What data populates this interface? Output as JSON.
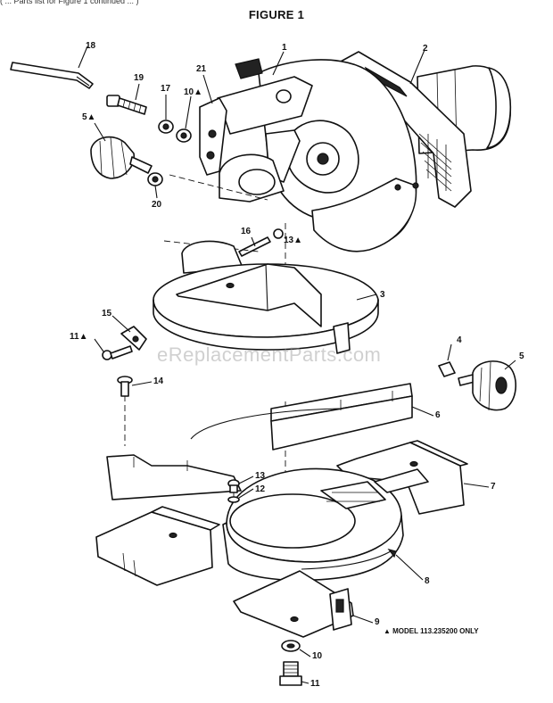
{
  "figure": {
    "title": "FIGURE 1",
    "top_line": "( ... Parts list for Figure 1 continued ... ) ",
    "watermark": "eReplacementParts.com",
    "footnote": "▲ MODEL 113.235200 ONLY"
  },
  "callouts": [
    {
      "id": "c18",
      "text": "18"
    },
    {
      "id": "c1",
      "text": "1"
    },
    {
      "id": "c2",
      "text": "2"
    },
    {
      "id": "c19",
      "text": "19"
    },
    {
      "id": "c17",
      "text": "17"
    },
    {
      "id": "c10a",
      "text": "10▲"
    },
    {
      "id": "c21",
      "text": "21"
    },
    {
      "id": "c5a",
      "text": "5▲"
    },
    {
      "id": "c20",
      "text": "20"
    },
    {
      "id": "c16",
      "text": "16"
    },
    {
      "id": "c13a",
      "text": "13▲"
    },
    {
      "id": "c3",
      "text": "3"
    },
    {
      "id": "c15",
      "text": "15"
    },
    {
      "id": "c11a",
      "text": "11▲"
    },
    {
      "id": "c4",
      "text": "4"
    },
    {
      "id": "c5",
      "text": "5"
    },
    {
      "id": "c14",
      "text": "14"
    },
    {
      "id": "c6",
      "text": "6"
    },
    {
      "id": "c13",
      "text": "13"
    },
    {
      "id": "c12",
      "text": "12"
    },
    {
      "id": "c7",
      "text": "7"
    },
    {
      "id": "c8",
      "text": "8"
    },
    {
      "id": "c9",
      "text": "9"
    },
    {
      "id": "c10",
      "text": "10"
    },
    {
      "id": "c11",
      "text": "11"
    }
  ]
}
